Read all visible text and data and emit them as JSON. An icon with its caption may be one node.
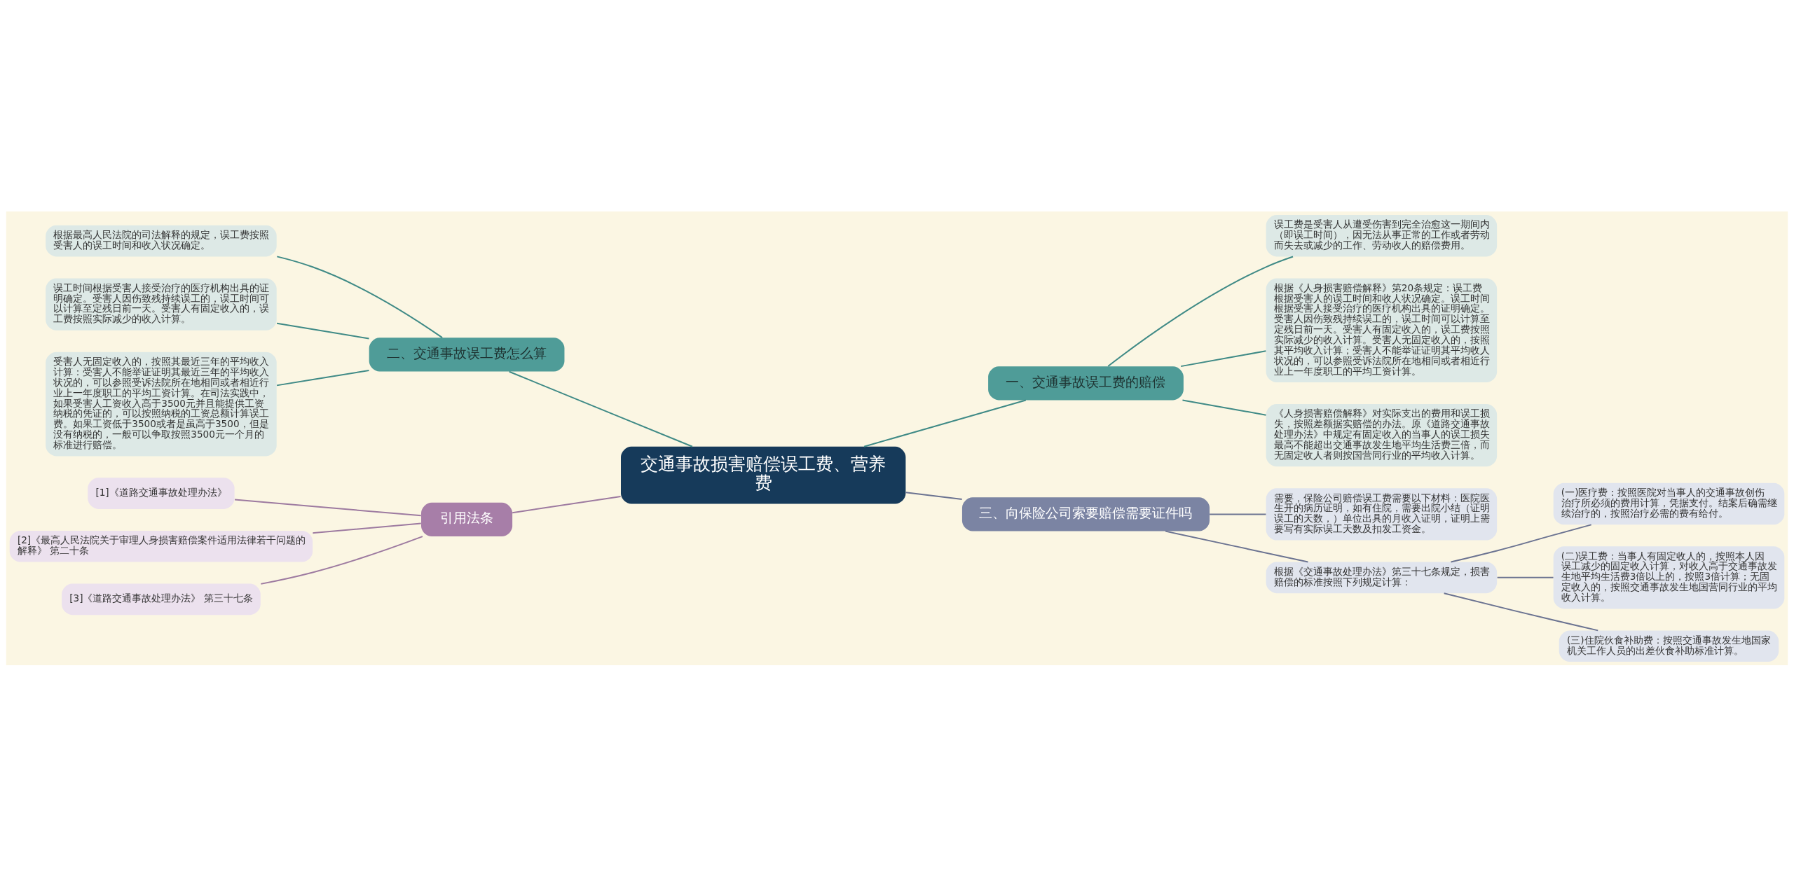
{
  "diagram": {
    "nodes": [
      {
        "text": [
          "交通事故损害赔偿误工费、营养费"
        ]
      },
      {
        "text": [
          "一、交通事故误工费的赔偿"
        ]
      },
      {
        "text": [
          "误工费是受害人从遭受伤害到完全治愈这一期间内（即误工时间），因无法从事正常的工作或者劳动而失去或减少的工作、劳动收人的赔偿费用。"
        ]
      },
      {
        "text": [
          "根据《人身损害赔偿解释》第20条规定：误工费根据受害人的误工时间和收人状况确定。误工时间根据受害人接受治疗的医疗机构出具的证明确定。受害人因伤致残持续误工的，误工时间可以计算至定残日前一天。受害人有固定收入的，误工费按照实际减少的收入计算。受害人无固定收入的，按照其平均收入计算；受害人不能举证证明其平均收人状况的，可以参照受诉法院所在地相同或者相近行业上一年度职工的平均工资计算。"
        ]
      },
      {
        "text": [
          "《人身损害赔偿解释》对实际支出的费用和误工损失，按照差额据实赔偿的办法。原《道路交通事故处理办法》中规定有固定收入的当事人的误工损失最高不能超出交通事故发生地平均生活费三倍，而无固定收人者则按国营同行业的平均收入计算。"
        ]
      },
      {
        "text": [
          "二、交通事故误工费怎么算"
        ]
      },
      {
        "text": [
          "根据最高人民法院的司法解释的规定，误工费按照受害人的误工时间和收入状况确定。"
        ]
      },
      {
        "text": [
          "误工时间根据受害人接受治疗的医疗机构出具的证明确定。受害人因伤致残持续误工的，误工时间可以计算至定残日前一天。受害人有固定收入的，误工费按照实际减少的收入计算。"
        ]
      },
      {
        "text": [
          "受害人无固定收入的，按照其最近三年的平均收入计算：受害人不能举证证明其最近三年的平均收入状况的，可以参照受诉法院所在地相同或者相近行业上一年度职工的平均工资计算。在司法实践中，如果受害人工资收入高于3500元并且能提供工资纳税的凭证的，可以按照纳税的工资总额计算误工费。如果工资低于3500或者是虽高于3500，但是没有纳税的，一般可以争取按照3500元一个月的标准进行赔偿。"
        ]
      },
      {
        "text": [
          "三、向保险公司索要赔偿需要证件吗"
        ]
      },
      {
        "text": [
          "需要，保险公司赔偿误工费需要以下材料：医院医生开的病历证明，如有住院，需要出院小结（证明误工的天数，）单位出具的月收入证明，证明上需要写有实际误工天数及扣发工资金。"
        ]
      },
      {
        "text": [
          "根据《交通事故处理办法》第三十七条规定，损害赔偿的标准按照下列规定计算："
        ]
      },
      {
        "text": [
          "(一)医疗费：按照医院对当事人的交通事故创伤治疗所必须的费用计算，凭据支付。结案后确需继续治疗的，按照治疗必需的费有给付。"
        ]
      },
      {
        "text": [
          "(二)误工费：当事人有固定收人的，按照本人因误工减少的固定收入计算，对收入高于交通事故发生地平均生活费3倍以上的，按照3倍计算；无固定收入的，按照交通事故发生地国营同行业的平均收入计算。"
        ]
      },
      {
        "text": [
          "(三)住院伙食补助费：按照交通事故发生地国家机关工作人员的出差伙食补助标准计算。"
        ]
      },
      {
        "text": [
          "引用法条"
        ]
      },
      {
        "text": [
          "[1]《道路交通事故处理办法》"
        ]
      },
      {
        "text": [
          "[2]《最高人民法院关于审理人身损害赔偿案件适用法律若干问题的解释》 第二十条"
        ]
      },
      {
        "text": [
          "[3]《道路交通事故处理办法》 第三十七条"
        ]
      }
    ],
    "edges": [
      {
        "from": 0,
        "to": 1,
        "arrow": "none"
      },
      {
        "from": 1,
        "to": 2,
        "arrow": "none"
      },
      {
        "from": 1,
        "to": 3,
        "arrow": "none"
      },
      {
        "from": 1,
        "to": 4,
        "arrow": "none"
      },
      {
        "from": 5,
        "to": 0,
        "arrow": "none"
      },
      {
        "from": 6,
        "to": 5,
        "arrow": "none"
      },
      {
        "from": 7,
        "to": 5,
        "arrow": "none"
      },
      {
        "from": 8,
        "to": 5,
        "arrow": "none"
      },
      {
        "from": 0,
        "to": 9,
        "arrow": "none",
        "color": "#6b7391"
      },
      {
        "from": 9,
        "to": 10,
        "arrow": "none",
        "color": "#6b7391"
      },
      {
        "from": 9,
        "to": 11,
        "arrow": "none",
        "color": "#6b7391"
      },
      {
        "from": 11,
        "to": 12,
        "arrow": "none",
        "color": "#6b7391"
      },
      {
        "from": 11,
        "to": 13,
        "arrow": "none",
        "color": "#6b7391"
      },
      {
        "from": 11,
        "to": 14,
        "arrow": "none",
        "color": "#6b7391"
      },
      {
        "from": 15,
        "to": 0,
        "arrow": "none",
        "color": "#9d7aa0"
      },
      {
        "from": 16,
        "to": 15,
        "arrow": "none",
        "color": "#9d7aa0"
      },
      {
        "from": 17,
        "to": 15,
        "arrow": "none",
        "color": "#9d7aa0"
      },
      {
        "from": 18,
        "to": 15,
        "arrow": "none",
        "color": "#9d7aa0"
      }
    ]
  }
}
